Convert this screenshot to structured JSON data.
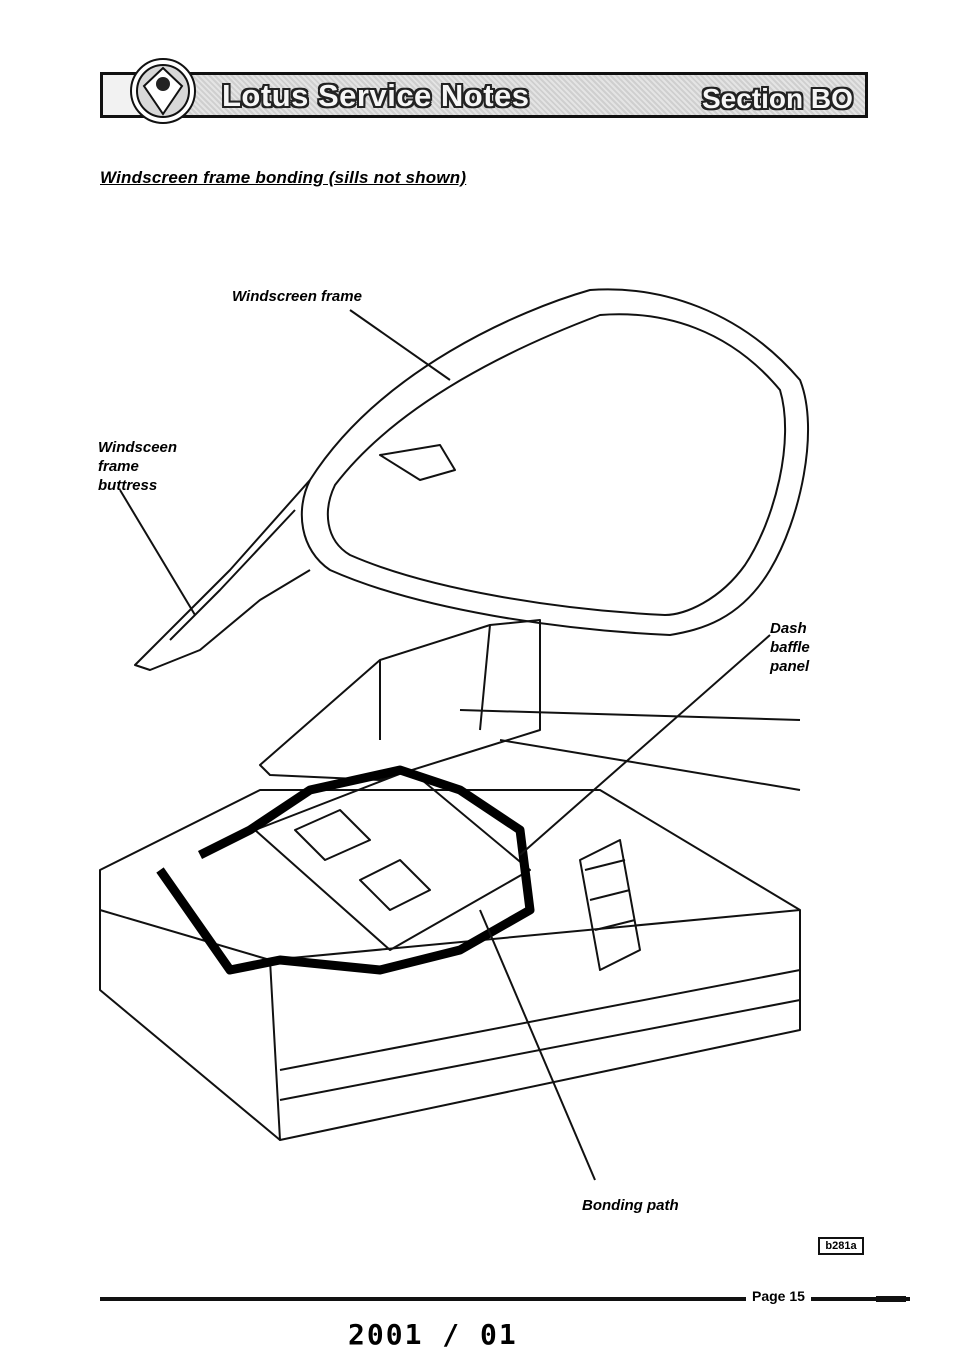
{
  "header": {
    "title": "Lotus Service Notes",
    "section": "Section BO"
  },
  "page_heading": "Windscreen frame bonding (sills not shown)",
  "labels": {
    "windscreen_frame": "Windscreen frame",
    "buttress": "Windsceen frame buttress",
    "dash_baffle": "Dash baffle panel",
    "bonding_path": "Bonding path"
  },
  "reference_code": "b281a",
  "footer": {
    "page": "Page 15",
    "date": "2001 / 01"
  },
  "icons": [
    "lotus-logo-icon"
  ],
  "colors": {
    "ink": "#000000",
    "banner_bg": "#d8d8d8",
    "paper": "#ffffff"
  }
}
